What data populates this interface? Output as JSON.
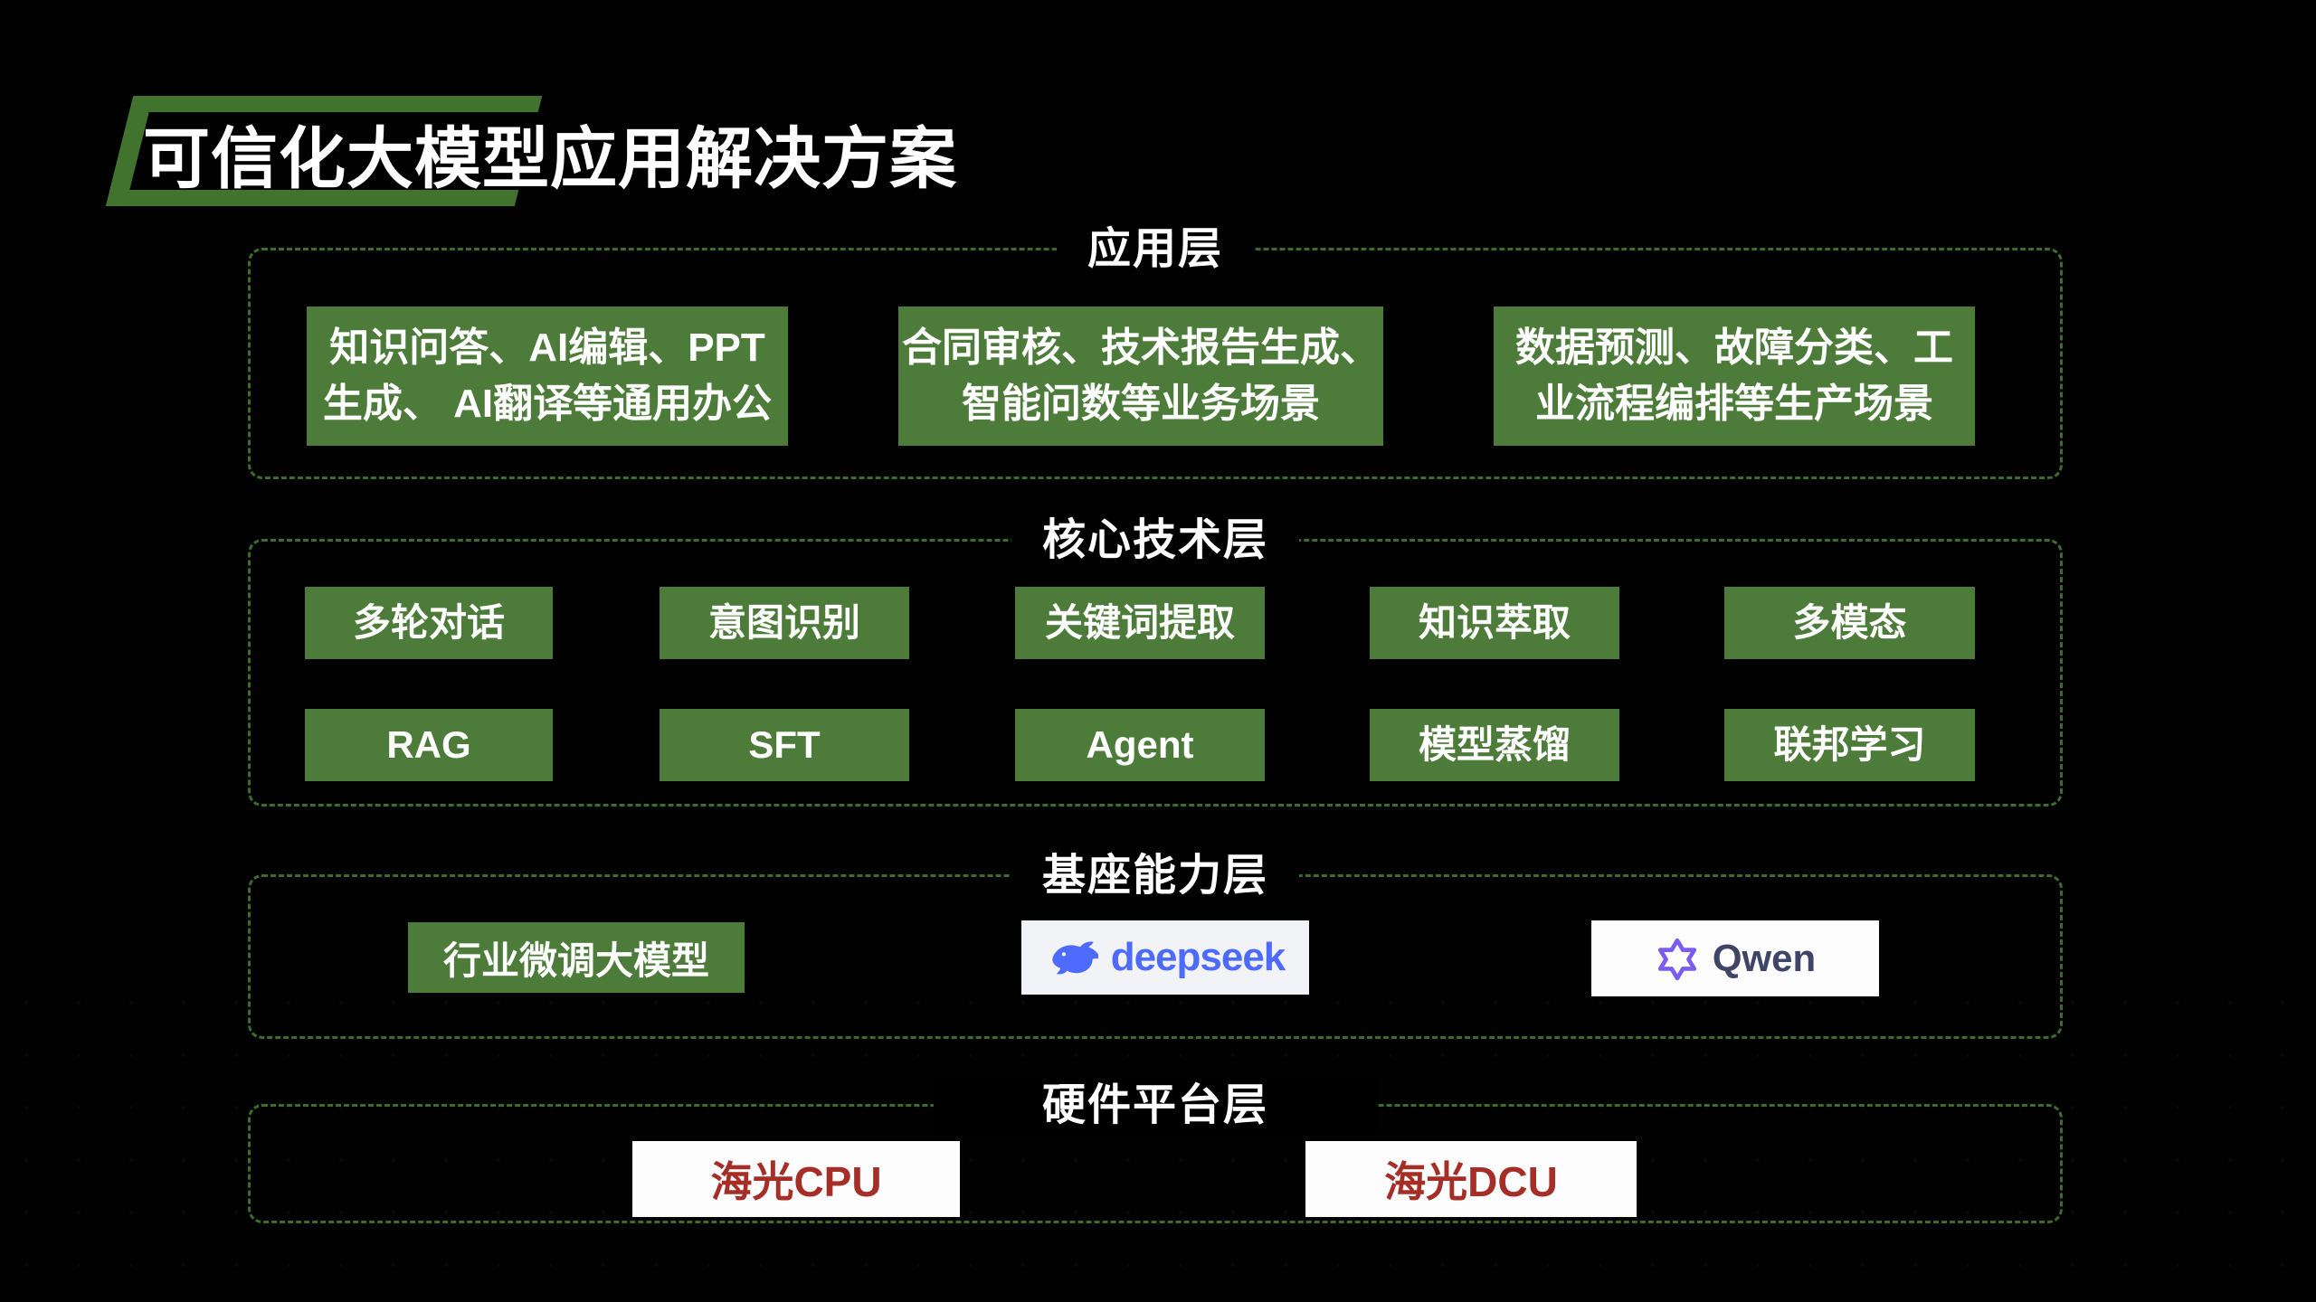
{
  "title": "可信化大模型应用解决方案",
  "layers": {
    "application": {
      "label": "应用层",
      "boxes": [
        {
          "line1": "知识问答、AI编辑、PPT",
          "line2": "生成、 AI翻译等通用办公"
        },
        {
          "line1": "合同审核、技术报告生成、",
          "line2": "智能问数等业务场景"
        },
        {
          "line1": "数据预测、故障分类、工",
          "line2": "业流程编排等生产场景"
        }
      ]
    },
    "core_tech": {
      "label": "核心技术层",
      "row1": [
        "多轮对话",
        "意图识别",
        "关键词提取",
        "知识萃取",
        "多模态"
      ],
      "row2": [
        "RAG",
        "SFT",
        "Agent",
        "模型蒸馏",
        "联邦学习"
      ]
    },
    "foundation": {
      "label": "基座能力层",
      "finetune_model": "行业微调大模型",
      "deepseek_wordmark": "deepseek",
      "qwen_wordmark": "Qwen"
    },
    "hardware": {
      "label": "硬件平台层",
      "items": [
        "海光CPU",
        "海光DCU"
      ]
    }
  },
  "icons": {
    "deepseek": "whale-icon",
    "qwen": "qwen-geometric-knot-icon"
  },
  "colors": {
    "background": "#000000",
    "box_green": "#4d7b39",
    "dashed_border_green": "#3c6c2c",
    "title_accent_green": "#41722e",
    "deepseek_blue": "#4d6bfe",
    "qwen_purple": "#7b5cf0",
    "qwen_text": "#3f4566",
    "hygon_red": "#a52f27",
    "text_white": "#ffffff"
  }
}
